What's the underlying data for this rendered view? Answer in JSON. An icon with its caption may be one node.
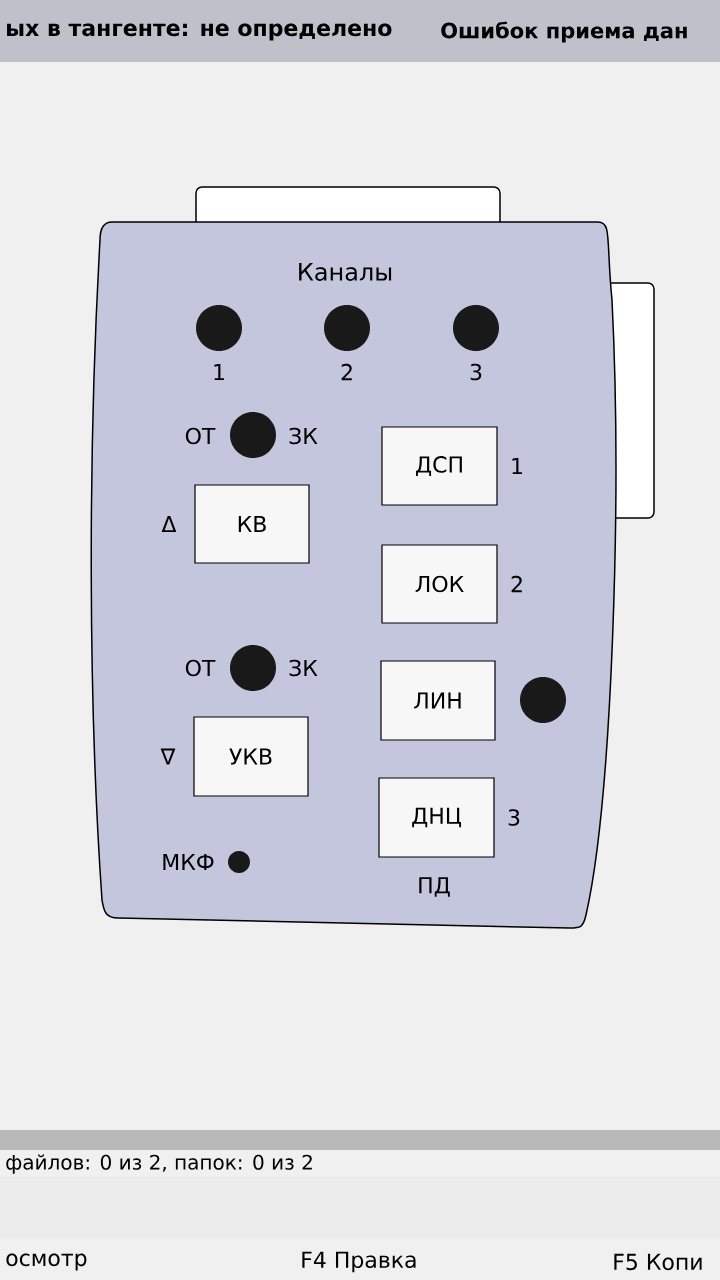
{
  "diagram": {
    "nodes": [
      {
        "text": [
          "Каналы"
        ]
      },
      {
        "text": [
          "ДСП"
        ],
        "in": 0,
        "beside": [
          "1"
        ]
      },
      {
        "text": [
          "КВ"
        ],
        "in": 0,
        "beside": [
          "Δ"
        ]
      },
      {
        "text": [
          "ЛОК"
        ],
        "in": 0,
        "beside": [
          "2"
        ]
      },
      {
        "text": [
          "ЛИН"
        ],
        "in": 0
      },
      {
        "text": [
          "УКВ"
        ],
        "in": 0,
        "beside": [
          "∇"
        ]
      },
      {
        "text": [
          "ДНЦ"
        ],
        "in": 0,
        "beside": [
          "3"
        ]
      }
    ],
    "edges": [],
    "labels": [
      "ых в тангенте: не определено",
      "Ошибок приема дан",
      "1",
      "2",
      "3",
      "ОТ",
      "ЗК",
      "ОТ",
      "ЗК",
      "МКФ",
      "ПД",
      "файлов: 0 из 2, папок: 0 из 2",
      "осмотр",
      "F4 Правка",
      "F5 Копи"
    ]
  }
}
